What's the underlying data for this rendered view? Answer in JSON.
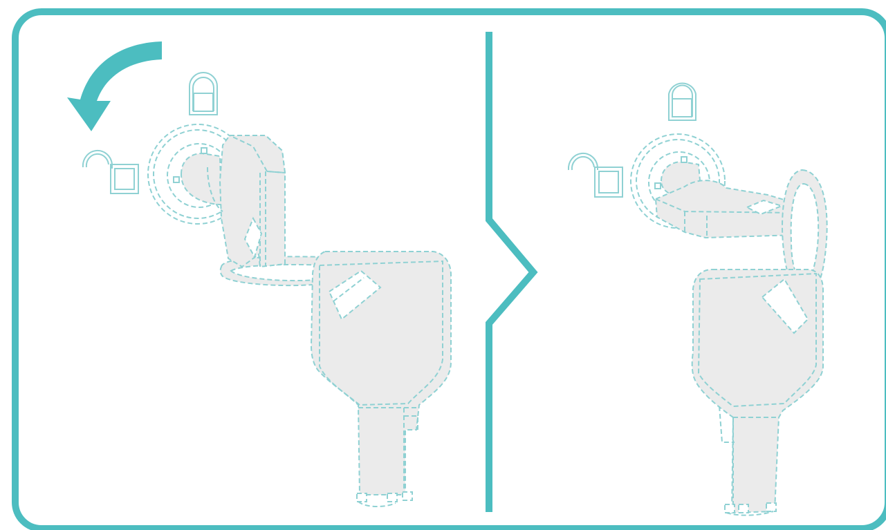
{
  "colors": {
    "frame": "#4cbdc0",
    "outline": "#8fd1d3",
    "fill": "#ebebeb",
    "background": "#ffffff"
  },
  "panels": [
    {
      "name": "left-panel",
      "state": "key-pointing-to-closed-lock",
      "icons": [
        "closed-lock-icon",
        "open-lock-icon",
        "rotate-counterclockwise-arrow-icon"
      ]
    },
    {
      "name": "right-panel",
      "state": "key-turned-to-open-lock",
      "icons": [
        "closed-lock-icon",
        "open-lock-icon"
      ]
    }
  ]
}
